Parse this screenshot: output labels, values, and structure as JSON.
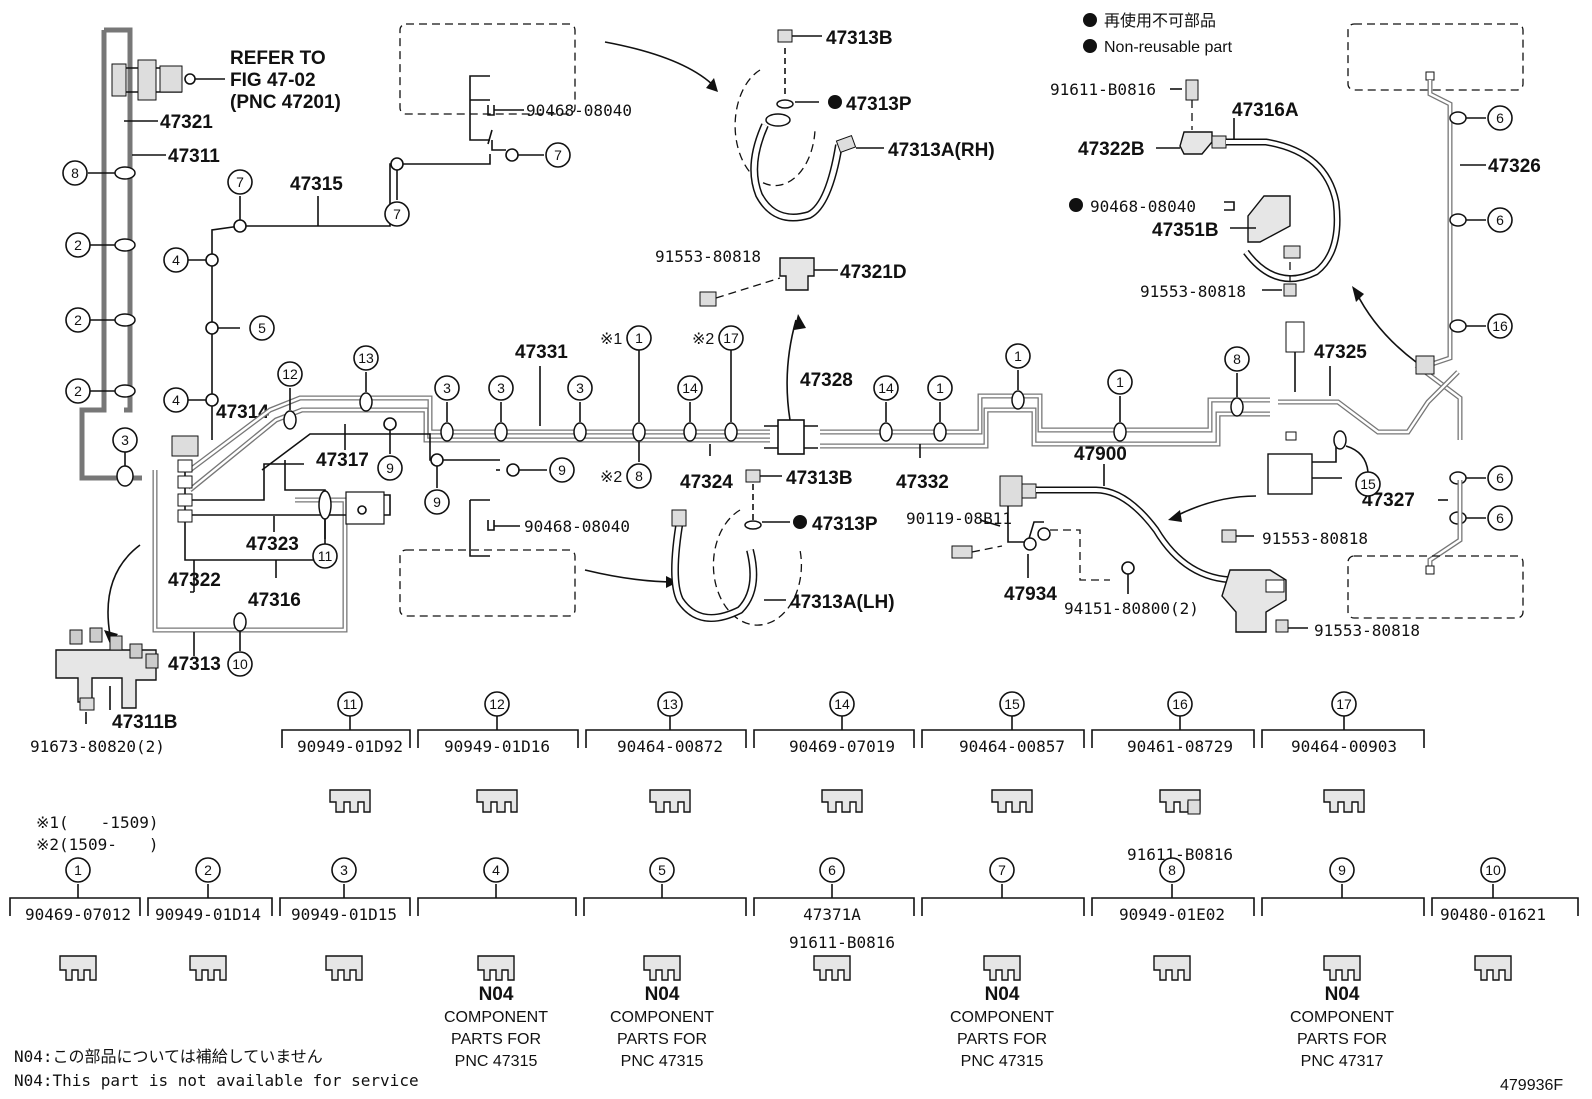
{
  "legend": {
    "jp": "再使用不可部品",
    "en": "Non-reusable part"
  },
  "refer": {
    "line1": "REFER TO",
    "line2": "FIG 47-02",
    "line3": "(PNC 47201)"
  },
  "parts": {
    "p47321": "47321",
    "p47311": "47311",
    "p47315": "47315",
    "p47314": "47314",
    "p47317": "47317",
    "p47323": "47323",
    "p47322": "47322",
    "p47316": "47316",
    "p47313": "47313",
    "p47311B": "47311B",
    "p91673": "91673-80820(2)",
    "p90468a": "90468-08040",
    "p90468b": "90468-08040",
    "p90468c": "90468-08040",
    "p47313B_t": "47313B",
    "p47313P_t": "47313P",
    "p47313A_rh": "47313A(RH)",
    "p91553a": "91553-80818",
    "p47321D": "47321D",
    "p47331": "47331",
    "p47328": "47328",
    "p47324": "47324",
    "p47332": "47332",
    "p47313B_b": "47313B",
    "p47313P_b": "47313P",
    "p47313A_lh": "47313A(LH)",
    "p91611a": "91611-B0816",
    "p47316A": "47316A",
    "p47322B": "47322B",
    "p47351B": "47351B",
    "p91553b": "91553-80818",
    "p47326": "47326",
    "p47325": "47325",
    "p47327": "47327",
    "p47900": "47900",
    "p90119": "90119-08B11",
    "p47934": "47934",
    "p94151": "94151-80800(2)",
    "p91553c": "91553-80818",
    "p91553d": "91553-80818"
  },
  "marks": {
    "m1": "※1",
    "m2": "※2",
    "m2b": "※2"
  },
  "callouts": {
    "c1": "1",
    "c2": "2",
    "c3": "3",
    "c4": "4",
    "c5": "5",
    "c6": "6",
    "c7": "7",
    "c8": "8",
    "c9": "9",
    "c10": "10",
    "c11": "11",
    "c12": "12",
    "c13": "13",
    "c14": "14",
    "c15": "15",
    "c16": "16",
    "c17": "17"
  },
  "range_notes": {
    "n1": "※1(　　-1509)",
    "n2": "※2(1509-　　)"
  },
  "clip_table_top": [
    {
      "no": "11",
      "part": "90949-01D92"
    },
    {
      "no": "12",
      "part": "90949-01D16"
    },
    {
      "no": "13",
      "part": "90464-00872"
    },
    {
      "no": "14",
      "part": "90469-07019"
    },
    {
      "no": "15",
      "part": "90464-00857"
    },
    {
      "no": "16",
      "part": "90461-08729",
      "extra": "91611-B0816"
    },
    {
      "no": "17",
      "part": "90464-00903"
    }
  ],
  "clip_table_bottom": [
    {
      "no": "1",
      "part": "90469-07012"
    },
    {
      "no": "2",
      "part": "90949-01D14"
    },
    {
      "no": "3",
      "part": "90949-01D15"
    },
    {
      "no": "4",
      "code": "N04",
      "l1": "COMPONENT",
      "l2": "PARTS FOR",
      "l3": "PNC 47315"
    },
    {
      "no": "5",
      "code": "N04",
      "l1": "COMPONENT",
      "l2": "PARTS FOR",
      "l3": "PNC 47315"
    },
    {
      "no": "6",
      "part": "47371A",
      "extra": "91611-B0816"
    },
    {
      "no": "7",
      "code": "N04",
      "l1": "COMPONENT",
      "l2": "PARTS FOR",
      "l3": "PNC 47315"
    },
    {
      "no": "8",
      "part": "90949-01E02"
    },
    {
      "no": "9",
      "code": "N04",
      "l1": "COMPONENT",
      "l2": "PARTS FOR",
      "l3": "PNC 47317"
    },
    {
      "no": "10",
      "part": "90480-01621"
    }
  ],
  "footnotes": {
    "jp": "N04:この部品については補給していません",
    "en": "N04:This part is not available for service"
  },
  "figure_id": "479936F"
}
